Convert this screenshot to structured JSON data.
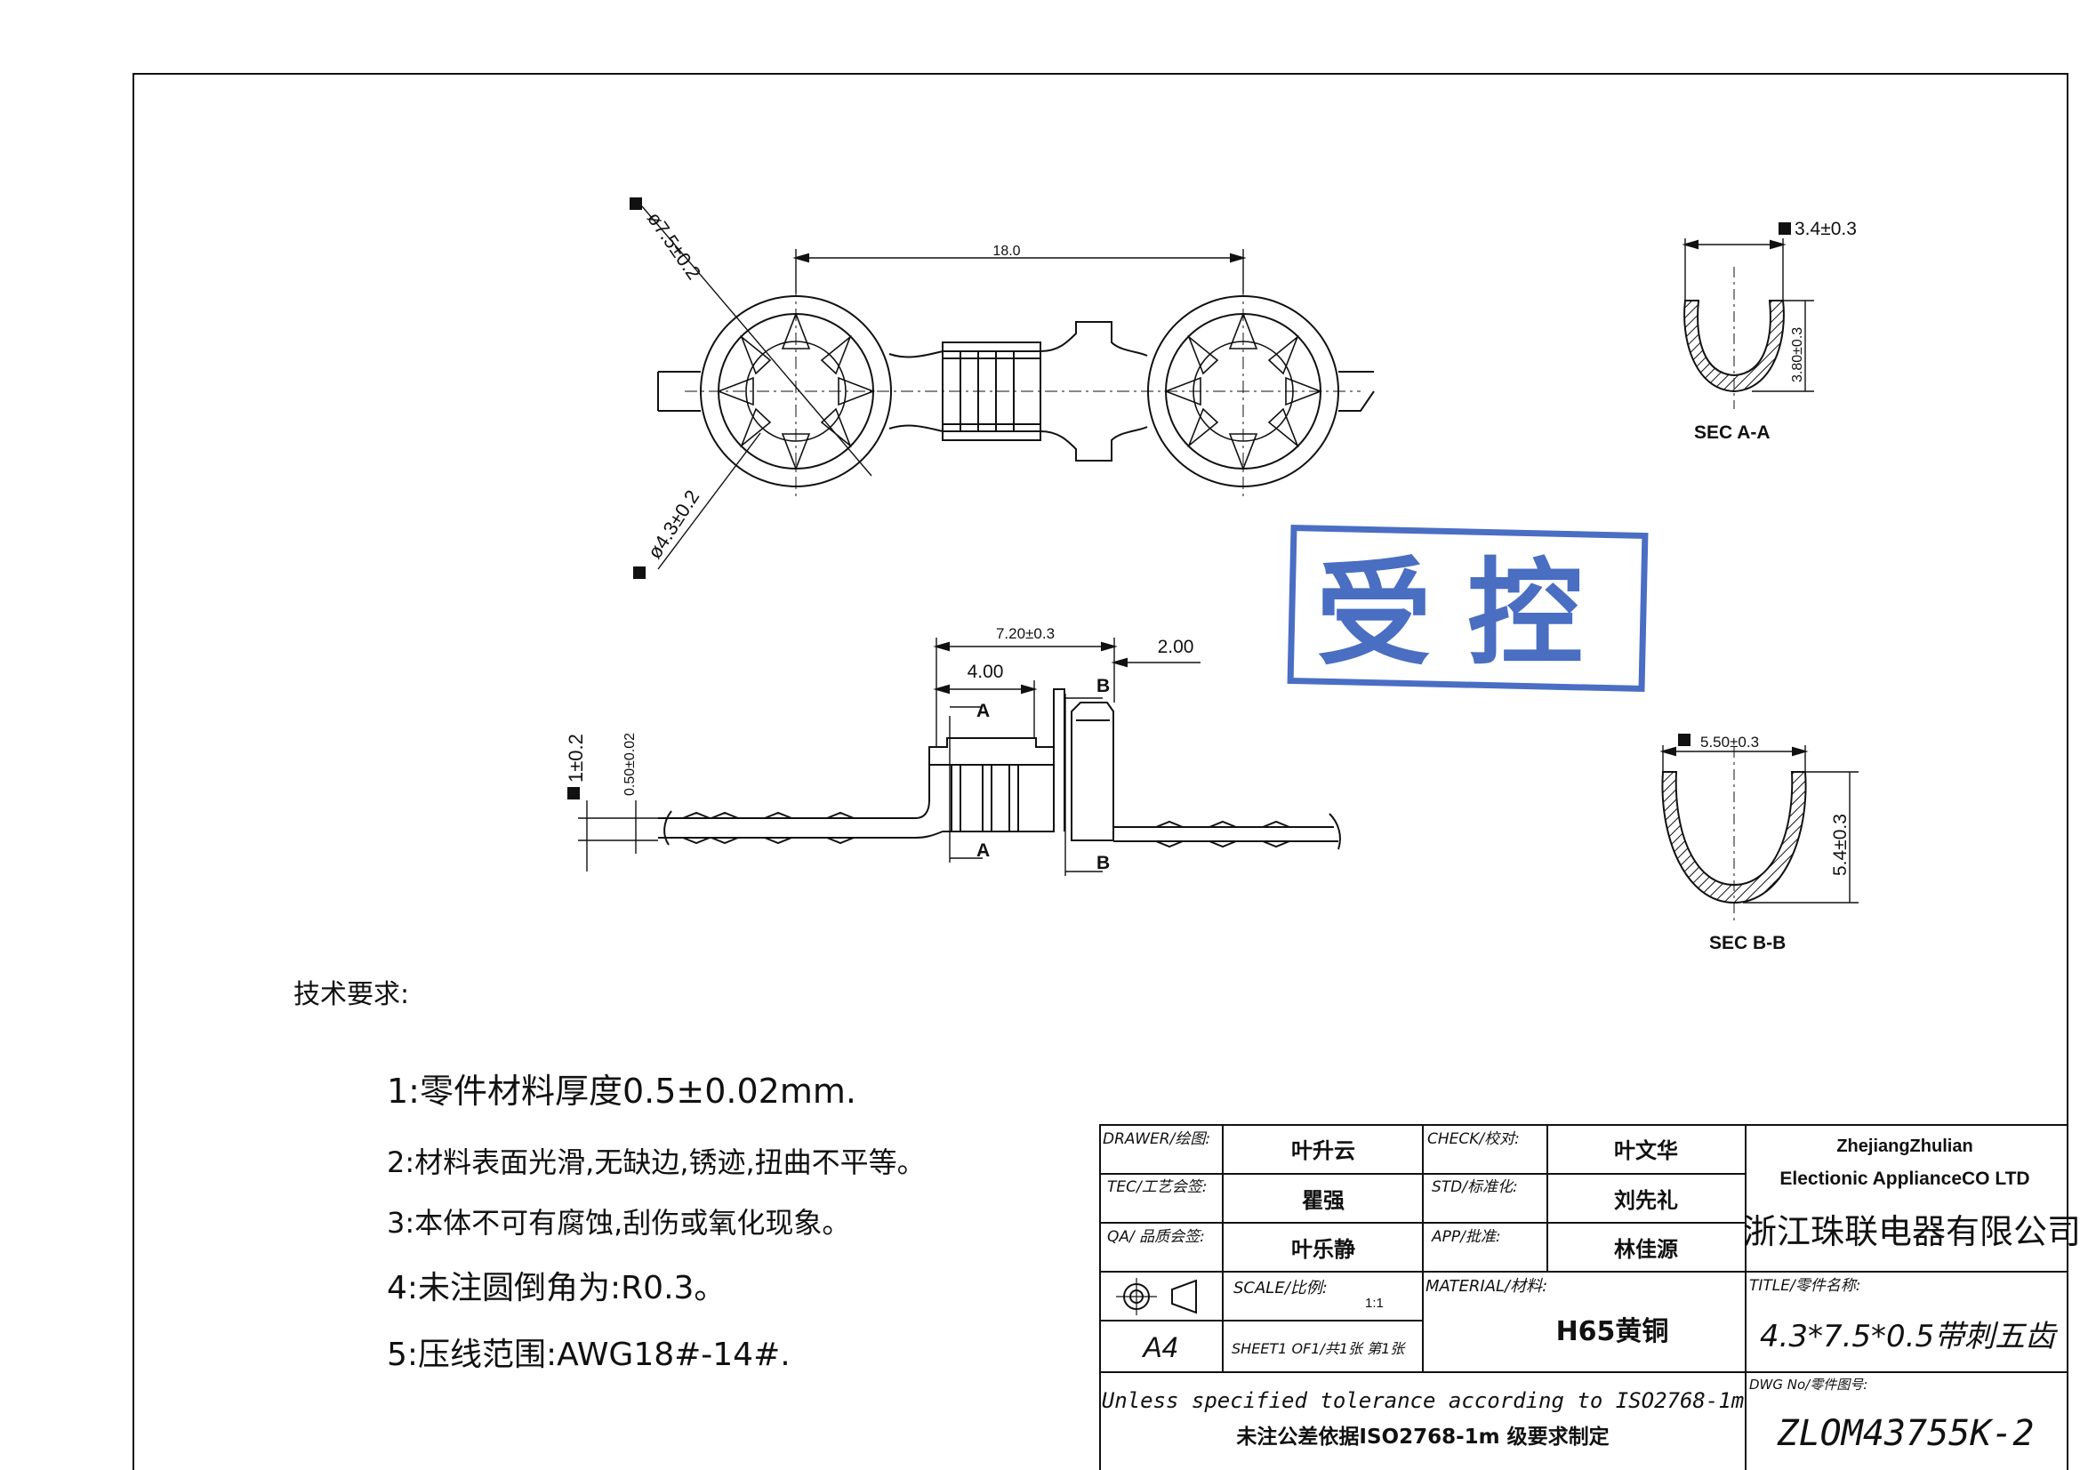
{
  "top_view": {
    "dim_length": "18.0",
    "dim_outer_dia": "ø7.5±0.2",
    "dim_inner_dia": "ø4.3±0.2"
  },
  "side_view": {
    "dim_total": "7.20±0.3",
    "dim_a": "4.00",
    "dim_gap": "2.00",
    "dim_height": "1±0.2",
    "dim_thickness": "0.50±0.02",
    "mark_a": "A",
    "mark_b": "B"
  },
  "sec_a": {
    "dim_width": "3.4±0.3",
    "dim_height": "3.80±0.3",
    "label": "SEC A-A"
  },
  "sec_b": {
    "dim_width": "5.50±0.3",
    "dim_height": "5.4±0.3",
    "label": "SEC B-B"
  },
  "stamp": {
    "text": "受控",
    "color": "#2a55b8"
  },
  "notes": {
    "heading": "技术要求:",
    "items": [
      "1:零件材料厚度0.5±0.02mm.",
      "2:材料表面光滑,无缺边,锈迹,扭曲不平等。",
      "3:本体不可有腐蚀,刮伤或氧化现象。",
      "4:未注圆倒角为:R0.3。",
      "5:压线范围:AWG18#-14#."
    ]
  },
  "title_block": {
    "drawer_label": "DRAWER/绘图:",
    "drawer_value": "叶升云",
    "check_label": "CHECK/校对:",
    "check_value": "叶文华",
    "tec_label": "TEC/工艺会签:",
    "tec_value": "瞿强",
    "std_label": "STD/标准化:",
    "std_value": "刘先礼",
    "qa_label": "QA/ 品质会签:",
    "qa_value": "叶乐静",
    "app_label": "APP/批准:",
    "app_value": "林佳源",
    "company_en_1": "ZhejiangZhulian",
    "company_en_2": "Electionic ApplianceCO LTD",
    "company_cn": "浙江珠联电器有限公司",
    "scale_label": "SCALE/比例:",
    "scale_value": "1:1",
    "sheet_size": "A4",
    "sheet_info": "SHEET1 OF1/共1张 第1张",
    "material_label": "MATERIAL/材料:",
    "material_value": "H65黄铜",
    "title_label": "TITLE/零件名称:",
    "title_value": "4.3*7.5*0.5带刺五齿",
    "tolerance_en": "Unless specified tolerance according to ISO2768-1m",
    "tolerance_cn": "未注公差依据ISO2768-1m 级要求制定",
    "dwg_label": "DWG No/零件图号:",
    "dwg_value": "ZLOM43755K-2"
  }
}
